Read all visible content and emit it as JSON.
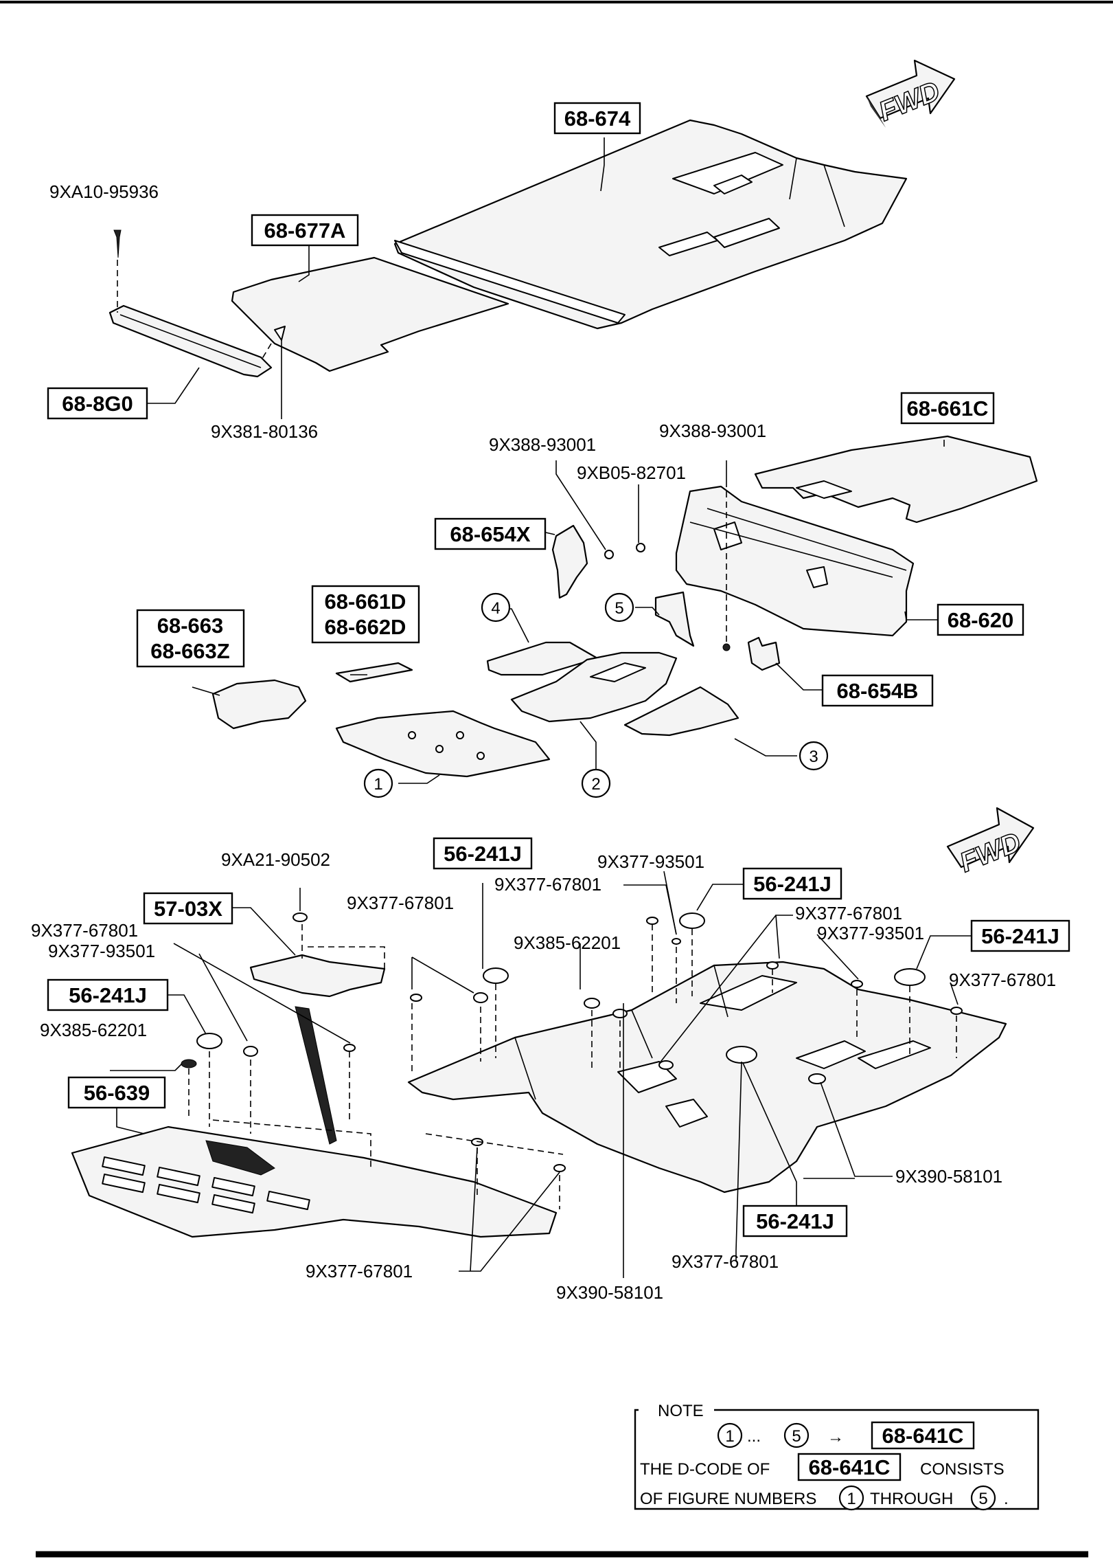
{
  "fwd_arrows": [
    {
      "text": "FWD"
    },
    {
      "text": "FWD"
    }
  ],
  "boxed_labels": {
    "b1": "68-674",
    "b2": "68-677A",
    "b3": "68-8G0",
    "b4": "68-661C",
    "b5": "68-654X",
    "b6a": "68-661D",
    "b6b": "68-662D",
    "b7a": "68-663",
    "b7b": "68-663Z",
    "b8": "68-620",
    "b9": "68-654B",
    "b10": "56-241J",
    "b11": "56-241J",
    "b12": "56-241J",
    "b13": "57-03X",
    "b14": "56-241J",
    "b15": "56-639",
    "b16": "56-241J"
  },
  "part_numbers": {
    "p1": "9XA10-95936",
    "p2": "9X381-80136",
    "p3": "9X388-93001",
    "p4": "9X388-93001",
    "p5": "9XB05-82701",
    "p6": "9XA21-90502",
    "p7": "9X377-67801",
    "p8": "9X377-93501",
    "p9": "9X377-67801",
    "p10": "9X377-67801",
    "p11": "9X385-62201",
    "p12": "9X377-67801",
    "p13": "9X377-93501",
    "p14": "9X377-67801",
    "p15": "9X377-93501",
    "p16": "9X385-62201",
    "p17": "9X390-58101",
    "p18": "9X377-67801",
    "p19": "9X377-67801",
    "p20": "9X390-58101"
  },
  "figure_numbers": [
    "1",
    "2",
    "3",
    "4",
    "5"
  ],
  "note": {
    "title": "NOTE",
    "range_start": "1",
    "ellipsis": "...",
    "range_end": "5",
    "arrow": "→",
    "code": "68-641C",
    "line2_prefix": "THE D-CODE OF",
    "line2_code": "68-641C",
    "line2_suffix": "CONSISTS",
    "line3_prefix": "OF FIGURE NUMBERS",
    "line3_start": "1",
    "line3_mid": "THROUGH",
    "line3_end": "5",
    "line3_period": "."
  }
}
